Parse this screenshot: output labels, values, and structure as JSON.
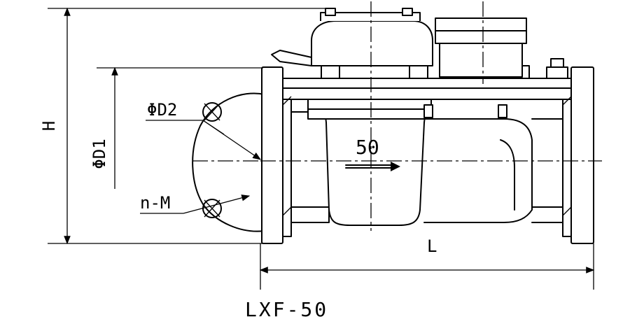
{
  "diagram": {
    "label_height": "H",
    "label_d1": "ΦD1",
    "label_d2": "ΦD2",
    "label_bolts": "n-M",
    "label_length": "L",
    "label_size": "50",
    "caption": "LXF-50"
  }
}
